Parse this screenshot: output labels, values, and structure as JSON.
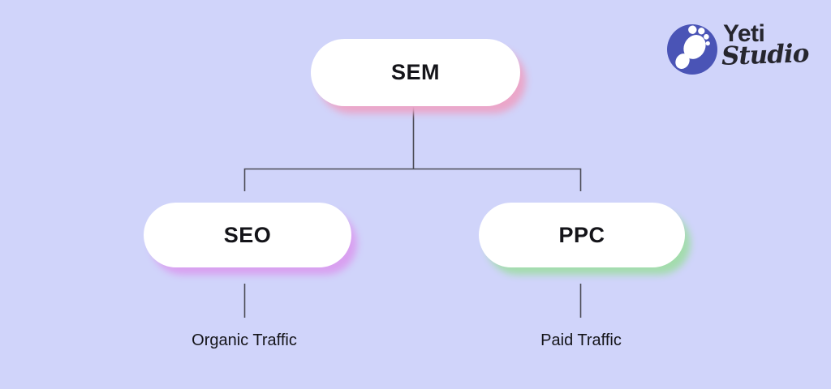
{
  "canvas": {
    "bg_color": "#d0d4fa",
    "line_color": "#4b4b55",
    "text_color": "#141419"
  },
  "diagram": {
    "type": "tree",
    "root": {
      "label": "SEM",
      "shadow_color": "#eba6c9"
    },
    "children": [
      {
        "label": "SEO",
        "shadow_color": "#d9a0f0",
        "leaf": "Organic Traffic"
      },
      {
        "label": "PPC",
        "shadow_color": "#a3dcad",
        "leaf": "Paid Traffic"
      }
    ]
  },
  "logo": {
    "brand_top": "Yeti",
    "brand_bottom": "Studio",
    "circle_color": "#4a54b6",
    "icon": "footprint-icon"
  }
}
